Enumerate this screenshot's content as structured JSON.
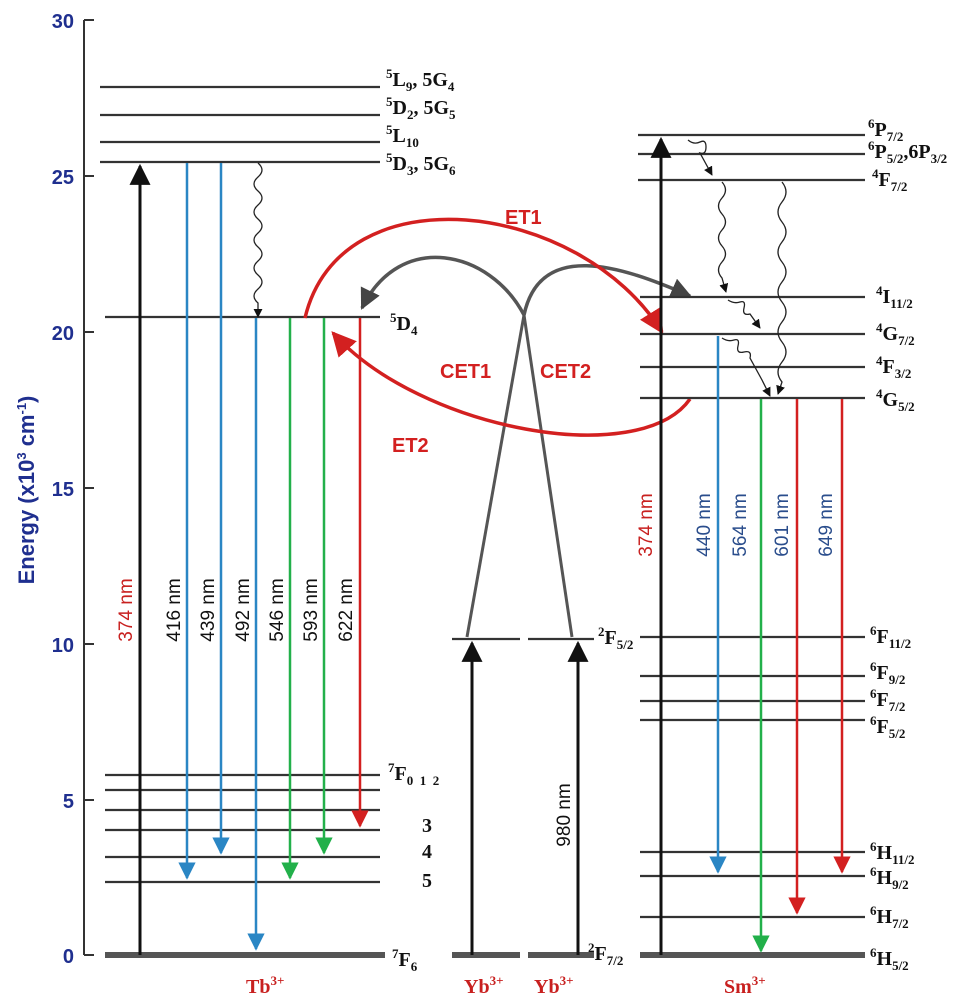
{
  "axis": {
    "ylabel_main": "Energy (x10",
    "ylabel_exp": "3",
    "ylabel_unit": " cm",
    "ylabel_unit_exp": "-1",
    "ylabel_close": ")",
    "ticks": [
      "0",
      "5",
      "10",
      "15",
      "20",
      "25",
      "30"
    ]
  },
  "tb": {
    "ion_base": "Tb",
    "ion_charge": "3+",
    "upper_levels": [
      {
        "pre": "5",
        "main": "L",
        "sub": "9",
        "rest_pre": ", 5",
        "rest_main": "G",
        "rest_sub": "4"
      },
      {
        "pre": "5",
        "main": "D",
        "sub": "2",
        "rest_pre": ", 5",
        "rest_main": "G",
        "rest_sub": "5"
      },
      {
        "pre": "5",
        "main": "L",
        "sub": "10",
        "rest_pre": "",
        "rest_main": "",
        "rest_sub": ""
      },
      {
        "pre": "5",
        "main": "D",
        "sub": "3",
        "rest_pre": ", 5",
        "rest_main": "G",
        "rest_sub": "6"
      }
    ],
    "d4": {
      "pre": "5",
      "main": "D",
      "sub": "4"
    },
    "f_levels": {
      "top_pre": "7",
      "top_main": "F",
      "top_subs": "0  1  2",
      "n3": "3",
      "n4": "4",
      "n5": "5"
    },
    "ground": {
      "pre": "7",
      "main": "F",
      "sub": "6"
    },
    "excitation": "374 nm",
    "emissions": [
      "416 nm",
      "439 nm",
      "492 nm",
      "546 nm",
      "593 nm",
      "622 nm"
    ]
  },
  "yb": {
    "ion1_base": "Yb",
    "ion1_charge": "3+",
    "ion2_base": "Yb",
    "ion2_charge": "3+",
    "upper": {
      "pre": "2",
      "main": "F",
      "sub": "5/2"
    },
    "ground": {
      "pre": "2",
      "main": "F",
      "sub": "7/2"
    },
    "excitation": "980 nm"
  },
  "sm": {
    "ion_base": "Sm",
    "ion_charge": "3+",
    "top1": {
      "pre": "6",
      "main": "P",
      "sub": "7/2"
    },
    "top2": {
      "pre": "6",
      "main": "P",
      "sub": "5/2",
      "rest": ",6",
      "rest_main": "P",
      "rest_sub": "3/2"
    },
    "f72": {
      "pre": "4",
      "main": "F",
      "sub": "7/2"
    },
    "i112": {
      "pre": "4",
      "main": "I",
      "sub": "11/2"
    },
    "g72": {
      "pre": "4",
      "main": "G",
      "sub": "7/2"
    },
    "f32": {
      "pre": "4",
      "main": "F",
      "sub": "3/2"
    },
    "g52": {
      "pre": "4",
      "main": "G",
      "sub": "5/2"
    },
    "f112": {
      "pre": "6",
      "main": "F",
      "sub": "11/2"
    },
    "f92": {
      "pre": "6",
      "main": "F",
      "sub": "9/2"
    },
    "f72b": {
      "pre": "6",
      "main": "F",
      "sub": "7/2"
    },
    "f52": {
      "pre": "6",
      "main": "F",
      "sub": "5/2"
    },
    "h112": {
      "pre": "6",
      "main": "H",
      "sub": "11/2"
    },
    "h92": {
      "pre": "6",
      "main": "H",
      "sub": "9/2"
    },
    "h72": {
      "pre": "6",
      "main": "H",
      "sub": "7/2"
    },
    "h52": {
      "pre": "6",
      "main": "H",
      "sub": "5/2"
    },
    "excitation": "374 nm",
    "emissions": [
      "440 nm",
      "564 nm",
      "601 nm",
      "649 nm"
    ]
  },
  "transfer": {
    "et1": "ET1",
    "et2": "ET2",
    "cet1": "CET1",
    "cet2": "CET2"
  },
  "colors": {
    "tb_blue": "#2a86c4",
    "green": "#22b04a",
    "red": "#d32020",
    "axis_blue": "#1f2f8f",
    "dark": "#333333"
  }
}
